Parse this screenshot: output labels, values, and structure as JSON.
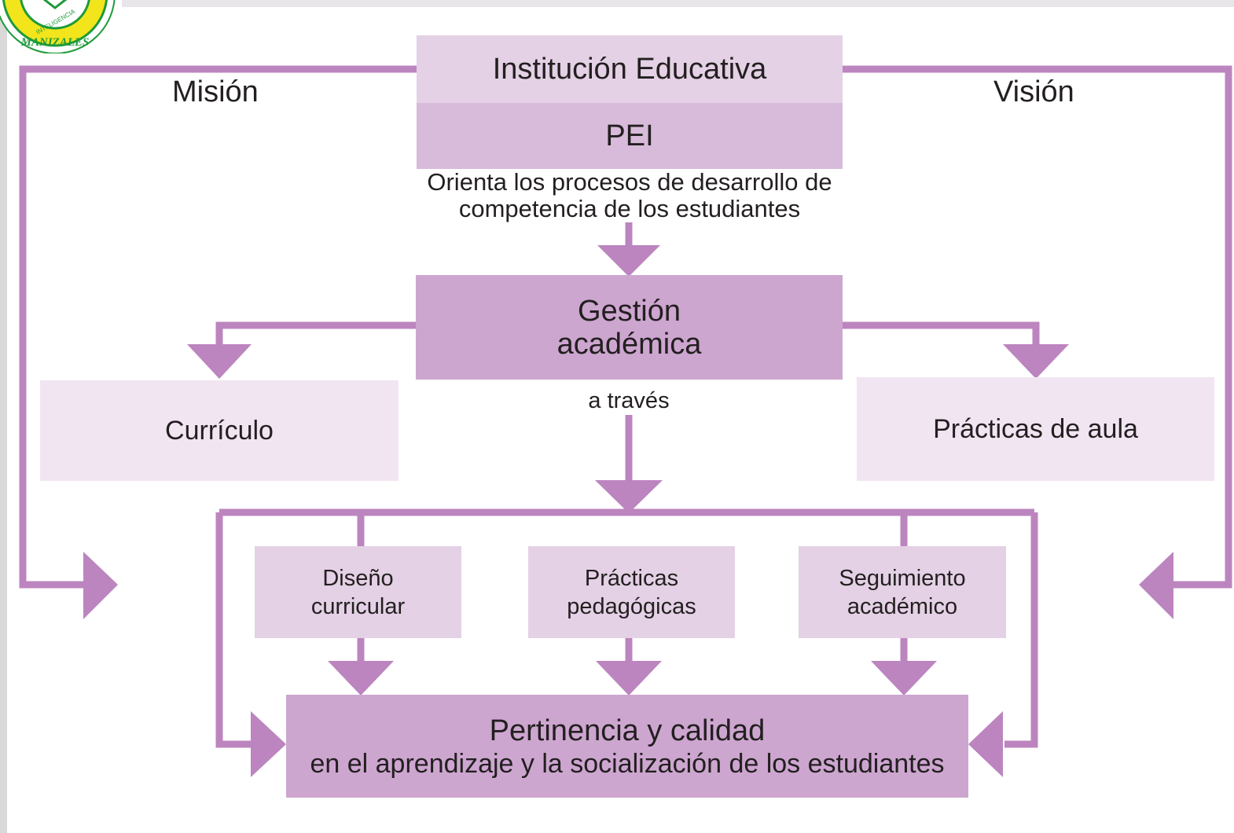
{
  "diagram": {
    "header": {
      "institution": "Institución Educativa",
      "pei": "PEI",
      "description_line1": "Orienta los procesos de desarrollo de",
      "description_line2": "competencia de los estudiantes"
    },
    "side_labels": {
      "left": "Misión",
      "right": "Visión"
    },
    "gestion": {
      "line1": "Gestión",
      "line2": "académica"
    },
    "via_label": "a través",
    "branches": {
      "left": "Currículo",
      "right": "Prácticas de aula"
    },
    "processes": [
      {
        "line1": "Diseño",
        "line2": "curricular"
      },
      {
        "line1": "Prácticas",
        "line2": "pedagógicas"
      },
      {
        "line1": "Seguimiento",
        "line2": "académico"
      }
    ],
    "outcome": {
      "line1": "Pertinencia y calidad",
      "line2": "en el aprendizaje y la socialización de los estudiantes"
    },
    "logo": {
      "text": "MANIZALES",
      "band_text": "INTELIGENCIA"
    },
    "colors": {
      "connector": "#bc85bf",
      "box_light": "#e4d1e5",
      "box_mid": "#d8bbdb",
      "box_strong": "#cda6d0",
      "box_pale": "#f1e5f2",
      "logo_yellow": "#f2e51c",
      "logo_green": "#1e9a3a"
    }
  }
}
